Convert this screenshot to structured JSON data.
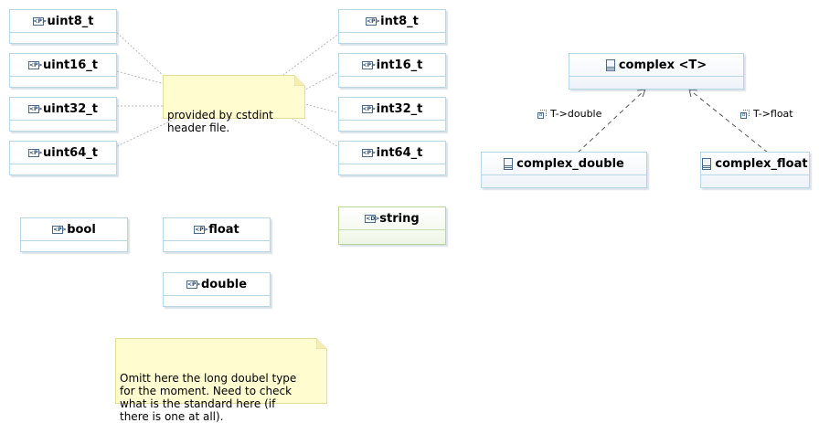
{
  "primitives_unsigned": [
    "uint8_t",
    "uint16_t",
    "uint32_t",
    "uint64_t"
  ],
  "primitives_signed": [
    "int8_t",
    "int16_t",
    "int32_t",
    "int64_t"
  ],
  "primitives_other": [
    "bool",
    "float",
    "double"
  ],
  "datatypes": {
    "string": "string"
  },
  "classes": {
    "template": "complex <T>",
    "double_binding": "complex_double",
    "float_binding": "complex_float"
  },
  "bindings": {
    "double": "T->double",
    "float": "T->float"
  },
  "notes": {
    "cstdint": "provided by cstdint\nheader file.",
    "long_double": "Omitt here the long doubel type\nfor the moment. Need to check\nwhat is the standard here (if\nthere is one at all)."
  },
  "icons": {
    "primitive": "primitive-type-icon",
    "datatype": "datatype-icon",
    "class": "class-icon",
    "binding": "template-binding-icon"
  },
  "colors": {
    "border": "#b7d6e6",
    "note_fill": "#fffdd0",
    "datatype_border": "#b9d69a"
  }
}
